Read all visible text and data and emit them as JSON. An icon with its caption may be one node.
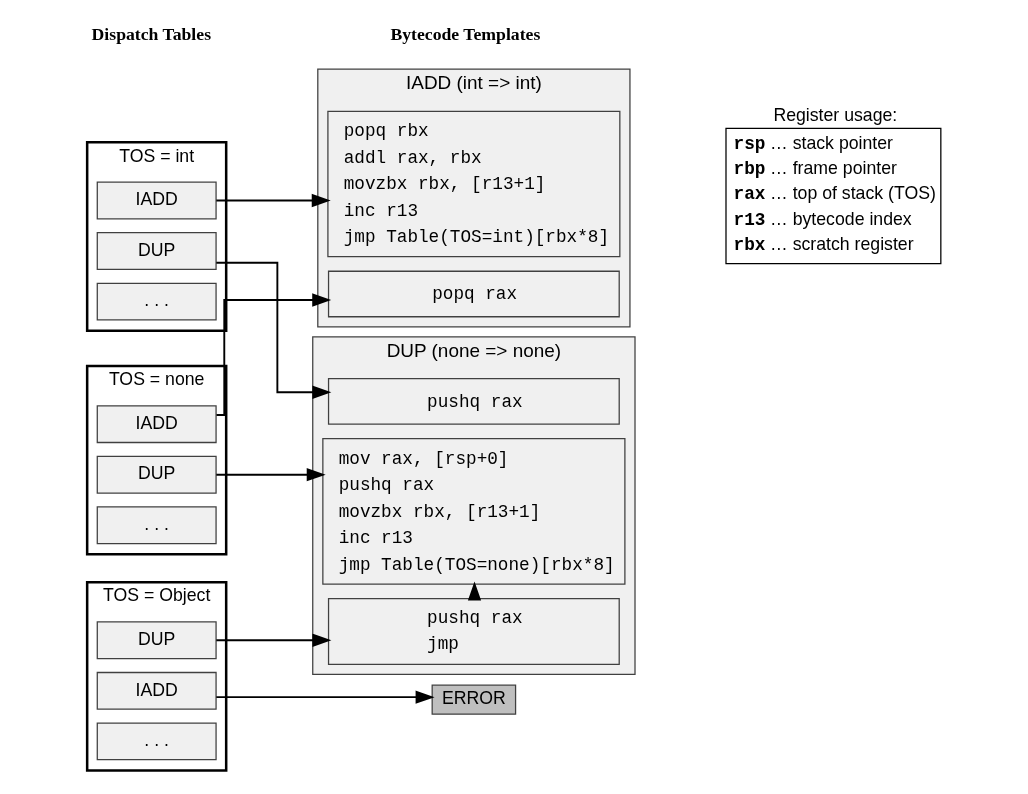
{
  "diagram": {
    "nodes": [
      {
        "text": [
          "TOS = none"
        ]
      },
      {
        "text": [
          "IADD"
        ],
        "in": 0
      },
      {
        "text": [
          "DUP"
        ],
        "in": 0
      },
      {
        "text": [
          ". . ."
        ],
        "in": 0
      },
      {
        "text": [
          "TOS = int"
        ]
      },
      {
        "text": [
          "IADD"
        ],
        "in": 4
      },
      {
        "text": [
          "DUP"
        ],
        "in": 4
      },
      {
        "text": [
          ". . ."
        ],
        "in": 4
      },
      {
        "text": [
          "TOS = Object"
        ]
      },
      {
        "text": [
          "IADD"
        ],
        "in": 8
      },
      {
        "text": [
          "DUP"
        ],
        "in": 8
      },
      {
        "text": [
          ". . ."
        ],
        "in": 8
      },
      {
        "text": [
          "IADD (int => int)"
        ]
      },
      {
        "text": [
          "popq rax"
        ],
        "in": 12
      },
      {
        "text": [
          "popq rbx",
          "addl rax, rbx",
          "movzbx rbx, [r13+1]",
          "inc r13",
          "jmp Table(TOS=int)[rbx*8]"
        ],
        "in": 12
      },
      {
        "text": [
          "DUP (none => none)"
        ]
      },
      {
        "text": [
          "pushq rax",
          "jmp"
        ],
        "in": 15
      },
      {
        "text": [
          "pushq rax"
        ],
        "in": 15
      },
      {
        "text": [
          "mov rax, [rsp+0]",
          "pushq rax",
          "movzbx rbx, [r13+1]",
          "inc r13",
          "jmp Table(TOS=none)[rbx*8]"
        ],
        "in": 15
      },
      {
        "text": [
          "ERROR"
        ]
      },
      {
        "text": [
          "Register usage:",
          "**rsp** … stack pointer",
          "**rbp** … frame pointer",
          "**rax** … top of stack (TOS)",
          "**r13** … bytecode index",
          "**rbx** … scratch register"
        ]
      }
    ],
    "edges": [
      {
        "from": 1,
        "to": 13,
        "arrow": "to"
      },
      {
        "from": 5,
        "to": 14,
        "arrow": "to"
      },
      {
        "from": 10,
        "to": 16,
        "arrow": "to"
      },
      {
        "from": 6,
        "to": 17,
        "arrow": "to"
      },
      {
        "from": 2,
        "to": 18,
        "arrow": "to"
      },
      {
        "from": 16,
        "to": 18,
        "arrow": "to"
      },
      {
        "from": 9,
        "to": 19,
        "arrow": "to"
      }
    ],
    "labels": [
      "Dispatch Tables",
      "Bytecode Templates"
    ]
  }
}
